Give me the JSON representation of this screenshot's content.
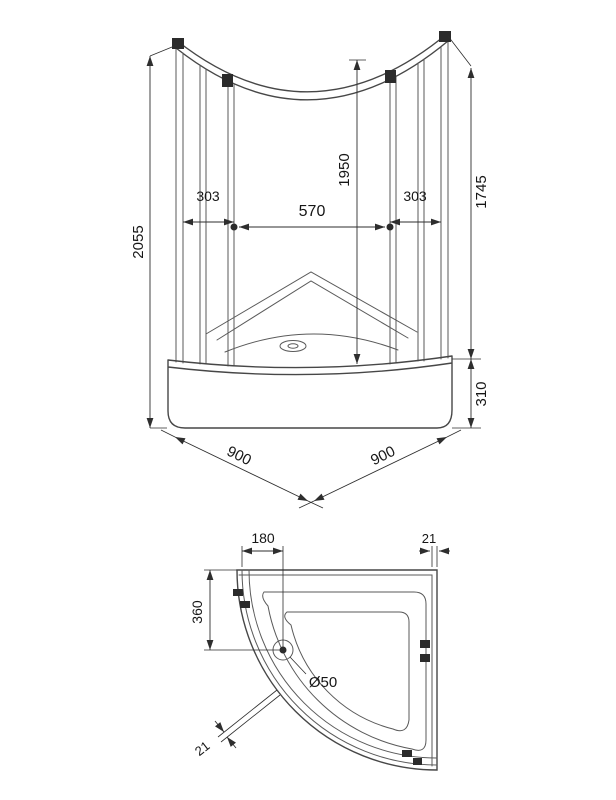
{
  "elevation": {
    "overall_height": "2055",
    "left_panel_width": "303",
    "door_opening_width": "570",
    "right_panel_width": "303",
    "inner_height": "1950",
    "glass_height": "1745",
    "tray_height": "310",
    "side_width_left": "900",
    "side_width_right": "900"
  },
  "plan": {
    "drain_offset_horizontal": "180",
    "profile_thickness_top": "21",
    "drain_offset_vertical": "360",
    "drain_diameter": "Ø50",
    "profile_thickness_bottom": "21"
  }
}
